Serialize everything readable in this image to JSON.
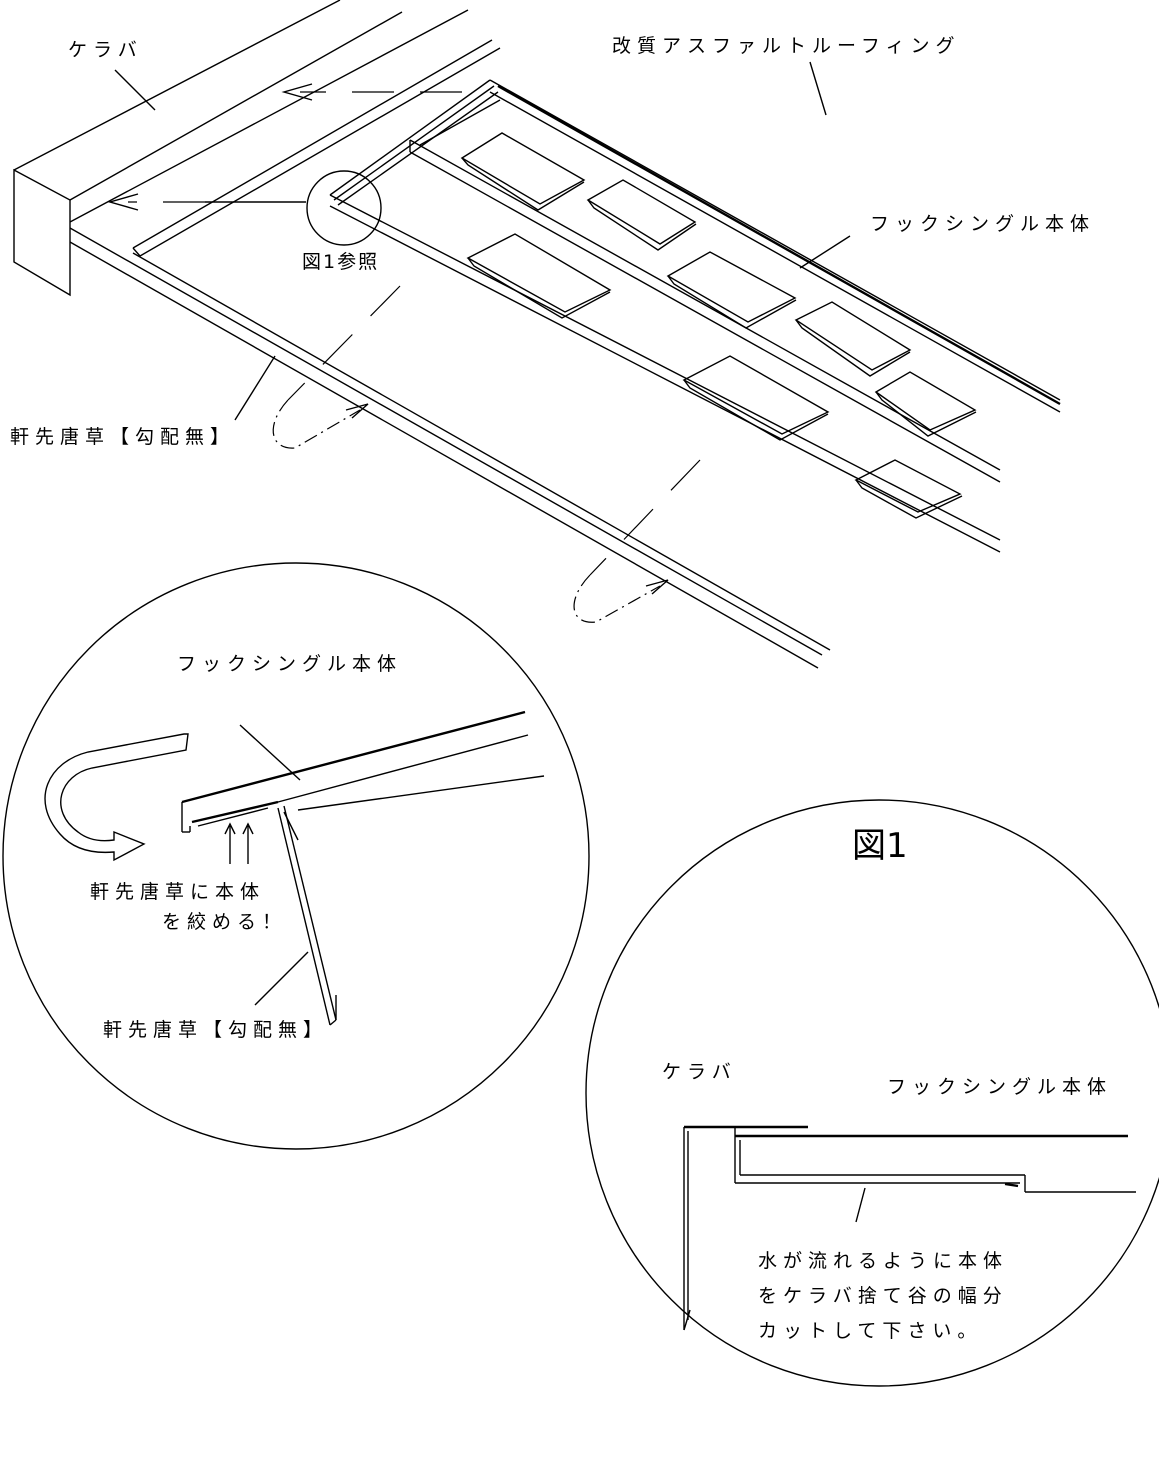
{
  "labels": {
    "keraba_top": "ケラバ",
    "roofing": "改質アスファルトルーフィング",
    "shingle_body_top": "フックシングル本体",
    "see_fig1": "図1参照",
    "eaves_top": "軒先唐草【勾配無】",
    "shingle_body_detail": "フックシングル本体",
    "crimp_line1": "軒先唐草に本体",
    "crimp_line2": "を絞める！",
    "eaves_detail": "軒先唐草【勾配無】",
    "fig1_title": "図1",
    "keraba_fig1": "ケラバ",
    "shingle_body_fig1": "フックシングル本体",
    "note_line1": "水が流れるように本体",
    "note_line2": "をケラバ捨て谷の幅分",
    "note_line3": "カットして下さい。"
  }
}
